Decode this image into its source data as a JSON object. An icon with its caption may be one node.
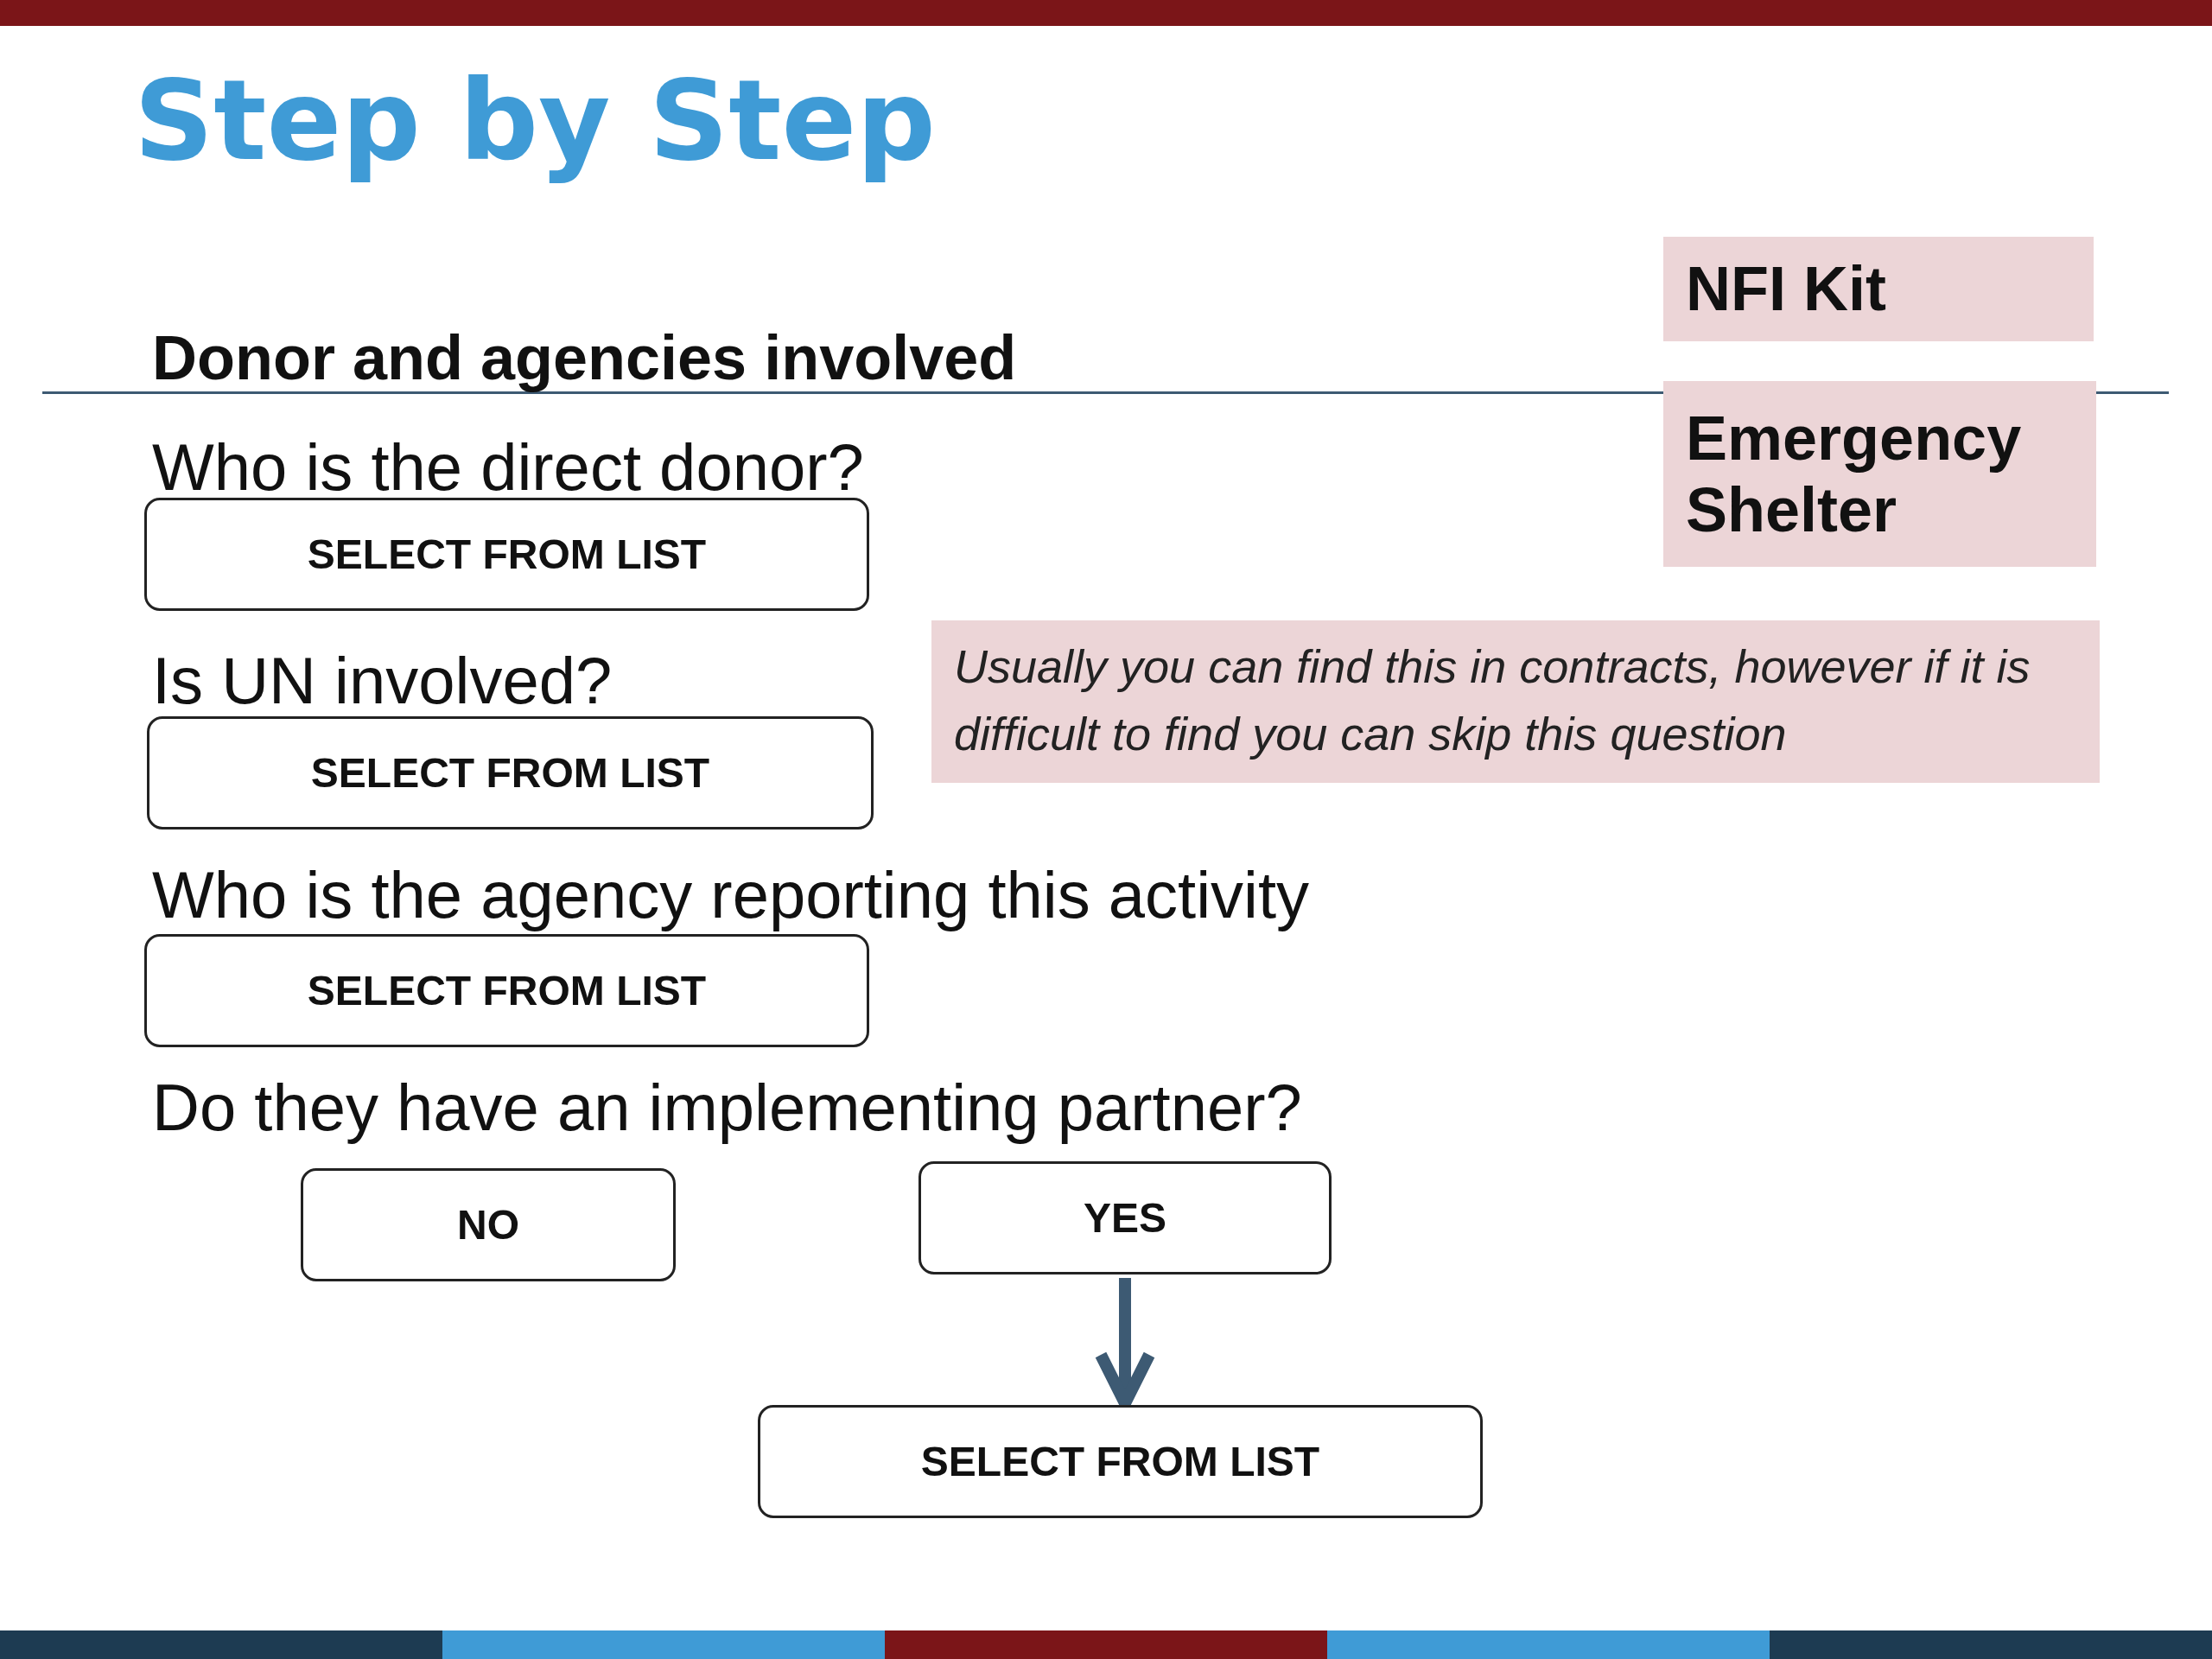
{
  "diagram": {
    "title": "Step by Step",
    "nodes": [
      {
        "text": [
          "NFI Kit"
        ]
      },
      {
        "text": [
          "Emergency Shelter"
        ]
      },
      {
        "text": [
          "Usually you can find this in contracts, however if it is difficult to find you can skip this question"
        ]
      },
      {
        "text": [
          "SELECT FROM LIST"
        ]
      },
      {
        "text": [
          "SELECT FROM LIST"
        ]
      },
      {
        "text": [
          "SELECT FROM LIST"
        ]
      },
      {
        "text": [
          "NO"
        ]
      },
      {
        "text": [
          "YES"
        ]
      },
      {
        "text": [
          "SELECT FROM LIST"
        ]
      }
    ],
    "edges": [
      {
        "from": 7,
        "to": 8,
        "arrow": "to"
      }
    ],
    "labels": [
      "Donor and agencies involved",
      "Who is the direct donor?",
      "Is UN involved?",
      "Who is the agency reporting this activity",
      "Do they have an implementing partner?"
    ]
  }
}
